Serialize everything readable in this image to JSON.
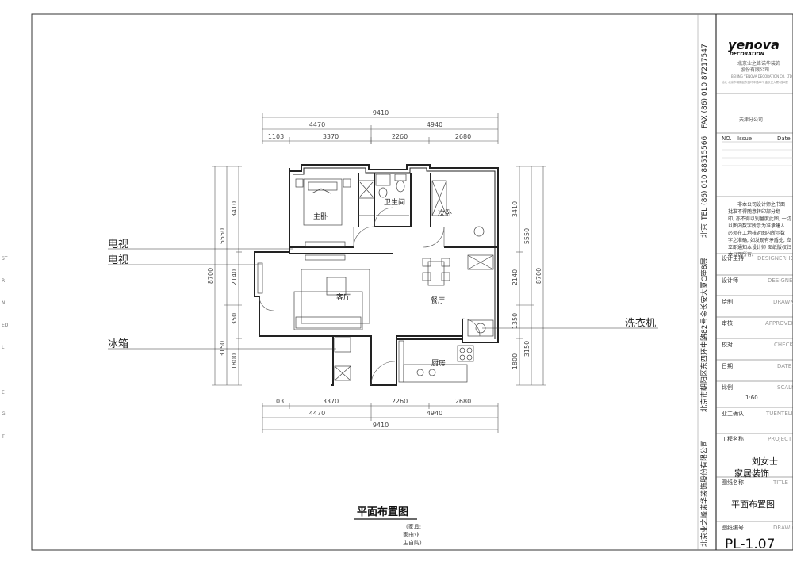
{
  "company": {
    "logo": "yenova",
    "logo_sub": "DECORATION",
    "name_cn": "北京业之峰诺华装饰",
    "name_cn2": "股份有限公司",
    "name_en": "BEIJING YENOVA DECORATION CO. LTD",
    "address_fine": "地址 北京市朝阳区东四环中路82号金长安大厦C座8层",
    "branch": "天津分公司",
    "vertical_name": "北京业之峰诺华装饰股份有限公司",
    "vertical_address": "北京市朝阳区东四环中路82号金长安大厦C座8层",
    "vertical_city": "北京",
    "vertical_tel": "TEL (86) 010 88515566",
    "vertical_fax": "FAX (86) 010 87217547"
  },
  "revision": {
    "no": "NO.",
    "issue": "Issue",
    "date": "Date"
  },
  "notice_lines": [
    "非本公司设计师之书面",
    "批准不得随意转印部分翻",
    "印, 亦不得以别量度此图, 一切",
    "以图内数字所示为准承建人",
    "必须在工地核对图内所示数",
    "字之准确, 如发现有矛盾处, 应",
    "立即通知本设计师 图纸版权归",
    "本公司所有。"
  ],
  "title_block": {
    "rows": [
      {
        "cn": "设计主持",
        "en": "DESIGNERHO"
      },
      {
        "cn": "设计师",
        "en": "DESIGNER"
      },
      {
        "cn": "绘制",
        "en": "DRAWN"
      },
      {
        "cn": "审核",
        "en": "APPROVED"
      },
      {
        "cn": "校对",
        "en": "CHECK"
      },
      {
        "cn": "日期",
        "en": "DATE"
      },
      {
        "cn": "比例",
        "en": "SCALE"
      }
    ],
    "scale_value": "1:60",
    "owner_label": "业主确认",
    "owner_en": "TUENTELE",
    "project_label": "工程名称",
    "project_en": "PROJECT",
    "project_name_1": "刘女士",
    "project_name_2": "家居装饰",
    "drawing_label": "图纸名称",
    "drawing_en": "TITLE",
    "drawing_name": "平面布置图",
    "number_label": "图纸编号",
    "number_en": "DRAWING",
    "drawing_no": "PL-1.07"
  },
  "plan": {
    "title": "平面布置图",
    "note_lines": [
      "(家具:",
      "家由业",
      "主自购)"
    ],
    "rooms": {
      "master_bedroom": "主卧",
      "bathroom": "卫生间",
      "second_bedroom": "次卧",
      "living_room": "客厅",
      "dining_room": "餐厅",
      "kitchen": "厨房"
    },
    "callouts": {
      "tv1": "电视",
      "tv2": "电视",
      "fridge": "冰箱",
      "washer": "洗衣机"
    },
    "dims_top": {
      "total": "9410",
      "mid": [
        "4470",
        "4940"
      ],
      "inner": [
        "1103",
        "3370",
        "2260",
        "2680"
      ]
    },
    "dims_bottom": {
      "total": "9410",
      "mid": [
        "4470",
        "4940"
      ],
      "inner": [
        "1103",
        "3370",
        "2260",
        "2680"
      ]
    },
    "dims_left": {
      "total": "8700",
      "mid": [
        "5550",
        "3150"
      ],
      "inner": [
        "3410",
        "2140",
        "1350",
        "1800"
      ]
    },
    "dims_right": {
      "total": "8700",
      "mid": [
        "5550",
        "3150"
      ],
      "inner": [
        "3410",
        "2140",
        "1350",
        "1800"
      ]
    }
  },
  "margin_letters": [
    "ST",
    "R",
    "N",
    "ED",
    "L",
    "E",
    "G",
    "T"
  ]
}
